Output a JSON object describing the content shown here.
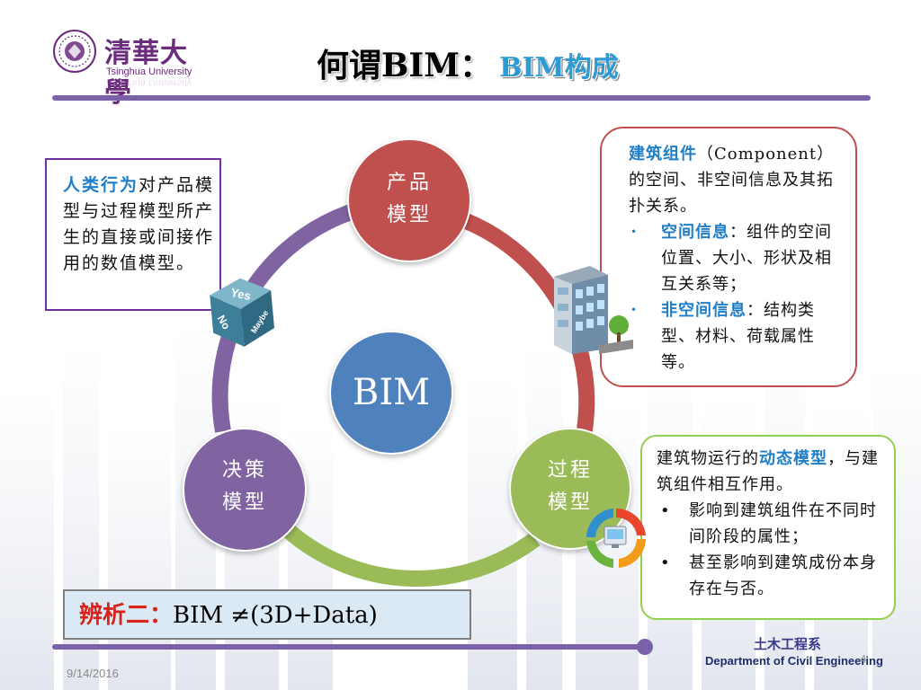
{
  "logo": {
    "cn": "清華大學",
    "en": "Tsinghua University"
  },
  "title": {
    "main": "何谓BIM：",
    "sub": "BIM构成"
  },
  "diagram": {
    "center": "BIM",
    "nodes": [
      {
        "id": "product",
        "line1": "产品",
        "line2": "模型",
        "color": "#c0504d"
      },
      {
        "id": "decision",
        "line1": "决策",
        "line2": "模型",
        "color": "#8064a2"
      },
      {
        "id": "process",
        "line1": "过程",
        "line2": "模型",
        "color": "#9bbb59"
      }
    ],
    "center_color": "#4f81bd"
  },
  "callouts": {
    "human": {
      "highlight": "人类行为",
      "text": "对产品模型与过程模型所产生的直接或间接作用的数值模型。"
    },
    "component": {
      "highlight": "建筑组件",
      "intro": "（Component）的空间、非空间信息及其拓扑关系。",
      "bullets": [
        {
          "term": "空间信息",
          "text": "：组件的空间位置、大小、形状及相互关系等；"
        },
        {
          "term": "非空间信息",
          "text": "：结构类型、材料、荷载属性等。"
        }
      ]
    },
    "process": {
      "intro_before": "建筑物运行的",
      "highlight": "动态模型",
      "intro_after": "，与建筑组件相互作用。",
      "bullets": [
        "影响到建筑组件在不同时间阶段的属性；",
        "甚至影响到建筑成份本身存在与否。"
      ]
    }
  },
  "dice": {
    "yes": "Yes",
    "no": "No",
    "maybe": "Maybe"
  },
  "note": {
    "label": "辨析二：",
    "text": "BIM ≠(3D+Data)"
  },
  "footer": {
    "dept_cn": "土木工程系",
    "dept_en": "Department of Civil Engineering",
    "page": "4",
    "date": "9/14/2016"
  },
  "colors": {
    "accent": "#7b62a8",
    "highlight_blue": "#1f7ec6",
    "warning_red": "#d8231a"
  }
}
